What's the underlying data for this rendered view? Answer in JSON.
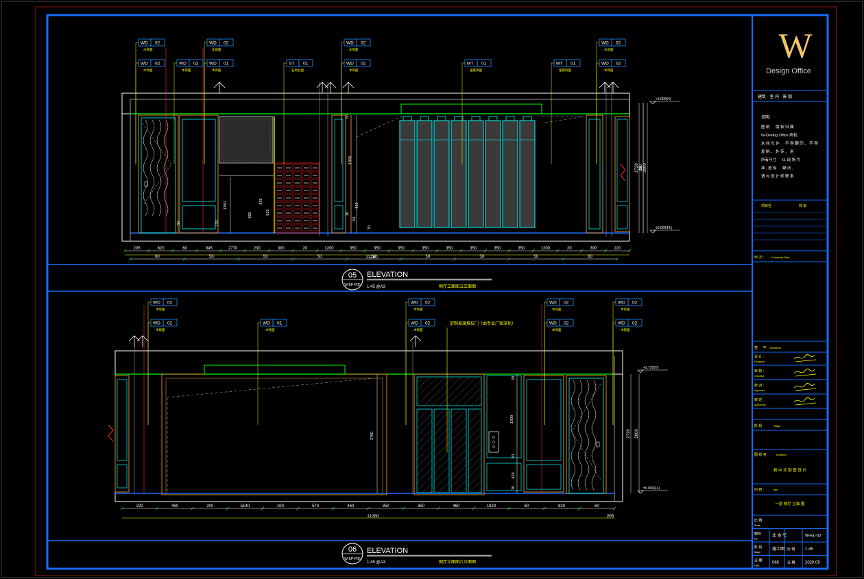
{
  "logo": {
    "mark": "W",
    "subtitle": "Design Office"
  },
  "title_block": {
    "header": "建筑 · 室 内 · 景 观",
    "notes_title": "说明:",
    "notes": [
      "图 纸 　 版 权 归 属",
      "W-Desing Office 所有,",
      "未 经 允 许 　 不 得 翻 印 、 不 得",
      "复 制 、 外 传 、 用",
      "所有尺寸 　 以 现 场 为",
      "准 , 若 有 　 疑 问 ,",
      "请 与 设 计 师 联 系"
    ],
    "project_label": "项目名",
    "project_value": "样 板",
    "client_label": "甲 方 :",
    "client_value": "Company Seal",
    "sign_label": "签 　 字",
    "sign_value": "Signature",
    "sign_rows": [
      "设 计 :",
      "审 核 :",
      "校 对 :",
      "审 定 :"
    ],
    "sign_rows_en": [
      "Designed",
      "Checked",
      "Approved",
      "Authorized"
    ],
    "stage_label": "阶 段",
    "stage_value": "Stage",
    "dwg_label": "图 纸 名",
    "dwg_value": "Drawing",
    "dwg_name": "新 中 式 别 墅 设 计",
    "content_label": "内 容 :",
    "content_en": "title",
    "content_value": "一层 侧厅 立面 图",
    "rows": [
      {
        "label": "比 例",
        "en": "Scale",
        "c1": "",
        "c2": "",
        "c3": ""
      },
      {
        "label": "图号",
        "en": "No.",
        "c1": "北 京 号",
        "c2": "",
        "c3": "W-EL-02"
      },
      {
        "label": "阶 段",
        "en": "Stage",
        "c1": "施工图",
        "c2": "比 例",
        "c3": "1:45"
      },
      {
        "label": "日 期",
        "en": "Date",
        "c1": "065",
        "c2": "日 期",
        "c3": "2020.05"
      }
    ]
  },
  "elevation_05": {
    "number": "05",
    "code": "W-EP-P05",
    "title": "ELEVATION",
    "scale": "1:45 @A3",
    "cn_title": "侧厅立面图五立面图",
    "tags": [
      {
        "a": "WD",
        "b": "02",
        "t": "木饰面"
      },
      {
        "a": "WD",
        "b": "02",
        "t": "木饰面"
      },
      {
        "a": "WD",
        "b": "02",
        "t": "木饰面"
      },
      {
        "a": "WD",
        "b": "02",
        "t": "木饰面"
      },
      {
        "a": "WD",
        "b": "02",
        "t": "木饰面"
      },
      {
        "a": "WD",
        "b": "01",
        "t": "木饰面"
      },
      {
        "a": "ST",
        "b": "01",
        "t": "石材台面"
      },
      {
        "a": "WD",
        "b": "02",
        "t": "木饰面"
      },
      {
        "a": "MT",
        "b": "01",
        "t": "金属饰面"
      },
      {
        "a": "MT",
        "b": "01",
        "t": "金属饰面"
      },
      {
        "a": "WD",
        "b": "02",
        "t": "木饰面"
      },
      {
        "a": "WD",
        "b": "02",
        "t": "木饰面"
      }
    ],
    "bottom_dims": [
      "205",
      "820",
      "60",
      "945",
      "2770",
      "230",
      "390",
      "20",
      "1200",
      "350",
      "350",
      "350",
      "350",
      "350",
      "350",
      "350",
      "350",
      "1200",
      "20",
      "390",
      "220"
    ],
    "sub_dims": [
      "60",
      "50",
      "50",
      "50",
      "50",
      "50",
      "50",
      "50",
      "60"
    ],
    "total": "11280",
    "right_dims": [
      "250",
      "2720",
      "3000",
      "90"
    ],
    "levels": [
      "+3.000(H)",
      "±0.000(FL)"
    ],
    "inner_dims": [
      "1350",
      "850",
      "835",
      "825",
      "30",
      "120",
      "50",
      "420",
      "30",
      "50",
      "1350",
      "30"
    ]
  },
  "elevation_06": {
    "number": "06",
    "code": "W-EP-P05",
    "title": "ELEVATION",
    "scale": "1:45 @A3",
    "cn_title": "侧厅立面图六立面图",
    "tags": [
      {
        "a": "WD",
        "b": "02",
        "t": "木饰面"
      },
      {
        "a": "WD",
        "b": "02",
        "t": "木饰面"
      },
      {
        "a": "WD",
        "b": "01",
        "t": "木饰面"
      },
      {
        "a": "WD",
        "b": "02",
        "t": "木饰面"
      },
      {
        "a": "WD",
        "b": "02",
        "t": "木饰面"
      },
      {
        "a": "WD",
        "b": "02",
        "t": "木饰面"
      },
      {
        "a": "WD",
        "b": "02",
        "t": "木饰面"
      },
      {
        "a": "WD",
        "b": "02",
        "t": "木饰面"
      },
      {
        "a": "WD",
        "b": "02",
        "t": "木饰面"
      }
    ],
    "note": "定制玻璃推拉门（由专业厂家深化）",
    "bottom_dims": [
      "220",
      "460",
      "200",
      "5140",
      "100",
      "570",
      "460",
      "350",
      "350",
      "460",
      "1920",
      "60",
      "820",
      "60"
    ],
    "total": "11280",
    "end_dim": "205",
    "right_dims": [
      "2720",
      "2800"
    ],
    "levels": [
      "+2.720(H)",
      "±0.000(FL)"
    ],
    "inner_dims": [
      "2700",
      "1800",
      "30",
      "420",
      "50",
      "30"
    ]
  },
  "colors": {
    "frame": "#1a6cff",
    "frame2": "#1e90ff",
    "yellow": "#ffff00",
    "green": "#00ff00",
    "cyan": "#00ffff",
    "red": "#ff2a2a",
    "white": "#ffffff",
    "grey": "#9a9a9a",
    "orange": "#d48a2a",
    "logo": "#f2c46a"
  }
}
